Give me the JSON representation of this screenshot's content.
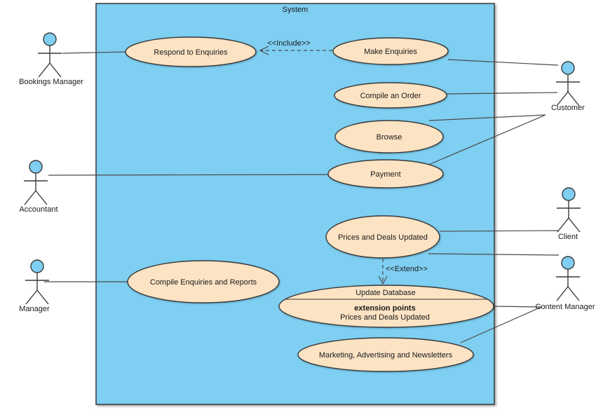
{
  "diagram": {
    "type": "uml-use-case-diagram",
    "system_label": "System",
    "colors": {
      "background": "#ffffff",
      "system_fill": "#7ecff2",
      "usecase_fill": "#fce3c4",
      "actor_head_fill": "#7ecff2",
      "shape_border": "#3a3a3a",
      "line_color": "#4a4a4a",
      "text_color": "#1a1a1a"
    },
    "actors": [
      {
        "name": "Bookings Manager"
      },
      {
        "name": "Accountant"
      },
      {
        "name": "Manager"
      },
      {
        "name": "Customer"
      },
      {
        "name": "Client"
      },
      {
        "name": "Content Manager"
      }
    ],
    "usecases": [
      {
        "label": "Respond to Enquiries"
      },
      {
        "label": "Make Enquiries"
      },
      {
        "label": "Compile an Order"
      },
      {
        "label": "Browse"
      },
      {
        "label": "Payment"
      },
      {
        "label": "Prices and Deals Updated"
      },
      {
        "label": "Compile Enquiries and Reports"
      },
      {
        "label": "Update Database",
        "extension_points_title": "extension points",
        "extension_points_value": "Prices and Deals Updated"
      },
      {
        "label": "Marketing, Advertising and Newsletters"
      }
    ],
    "relationships": {
      "include_label": "<<Include>>",
      "extend_label": "<<Extend>>",
      "include": {
        "from": "Make Enquiries",
        "to": "Respond to Enquiries"
      },
      "extend": {
        "from": "Prices and Deals Updated",
        "to": "Update Database"
      },
      "associations": [
        {
          "from": "Bookings Manager",
          "to": "Respond to Enquiries"
        },
        {
          "from": "Make Enquiries",
          "to": "Customer"
        },
        {
          "from": "Compile an Order",
          "to": "Customer"
        },
        {
          "from": "Browse",
          "to": "Customer"
        },
        {
          "from": "Payment",
          "to": "Customer"
        },
        {
          "from": "Accountant",
          "to": "Payment"
        },
        {
          "from": "Prices and Deals Updated",
          "to": "Client"
        },
        {
          "from": "Prices and Deals Updated",
          "to": "Content Manager"
        },
        {
          "from": "Manager",
          "to": "Compile Enquiries and Reports"
        },
        {
          "from": "Update Database",
          "to": "Content Manager"
        },
        {
          "from": "Marketing, Advertising and Newsletters",
          "to": "Content Manager"
        }
      ]
    }
  }
}
